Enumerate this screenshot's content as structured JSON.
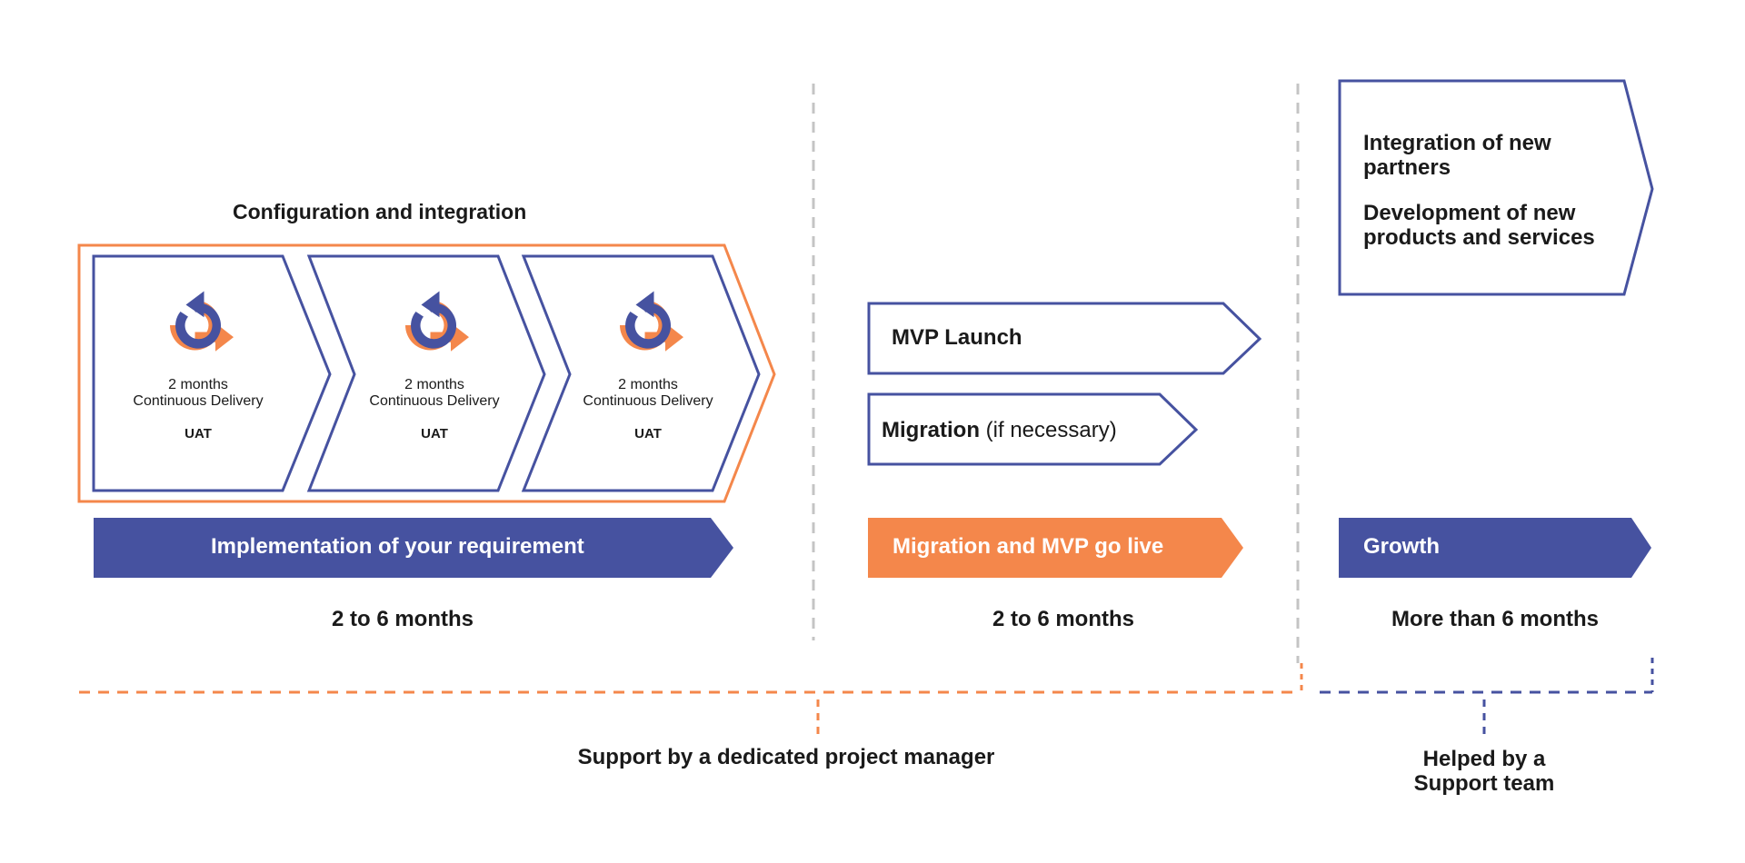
{
  "colors": {
    "primary_blue": "#4652a0",
    "accent_orange": "#f4874b",
    "divider_gray": "#c4c4c4",
    "text": "#1a1a1a"
  },
  "phase1": {
    "group_title": "Configuration and integration",
    "steps": [
      {
        "icon": "continuous-cycle-icon",
        "line1": "2 months",
        "line2": "Continuous Delivery",
        "tag": "UAT"
      },
      {
        "icon": "continuous-cycle-icon",
        "line1": "2 months",
        "line2": "Continuous Delivery",
        "tag": "UAT"
      },
      {
        "icon": "continuous-cycle-icon",
        "line1": "2 months",
        "line2": "Continuous Delivery",
        "tag": "UAT"
      }
    ],
    "banner": "Implementation of your requirement",
    "duration": "2 to 6 months"
  },
  "phase2": {
    "mvp_launch": "MVP Launch",
    "migration_bold": "Migration",
    "migration_note": "(if necessary)",
    "banner": "Migration and MVP go live",
    "duration": "2 to 6 months"
  },
  "phase3": {
    "items": [
      "Integration of new partners",
      "Development of new products and services"
    ],
    "banner": "Growth",
    "duration": "More than 6 months"
  },
  "support": {
    "project_manager": "Support by a dedicated project manager",
    "team_line1": "Helped by a",
    "team_line2": "Support team"
  }
}
